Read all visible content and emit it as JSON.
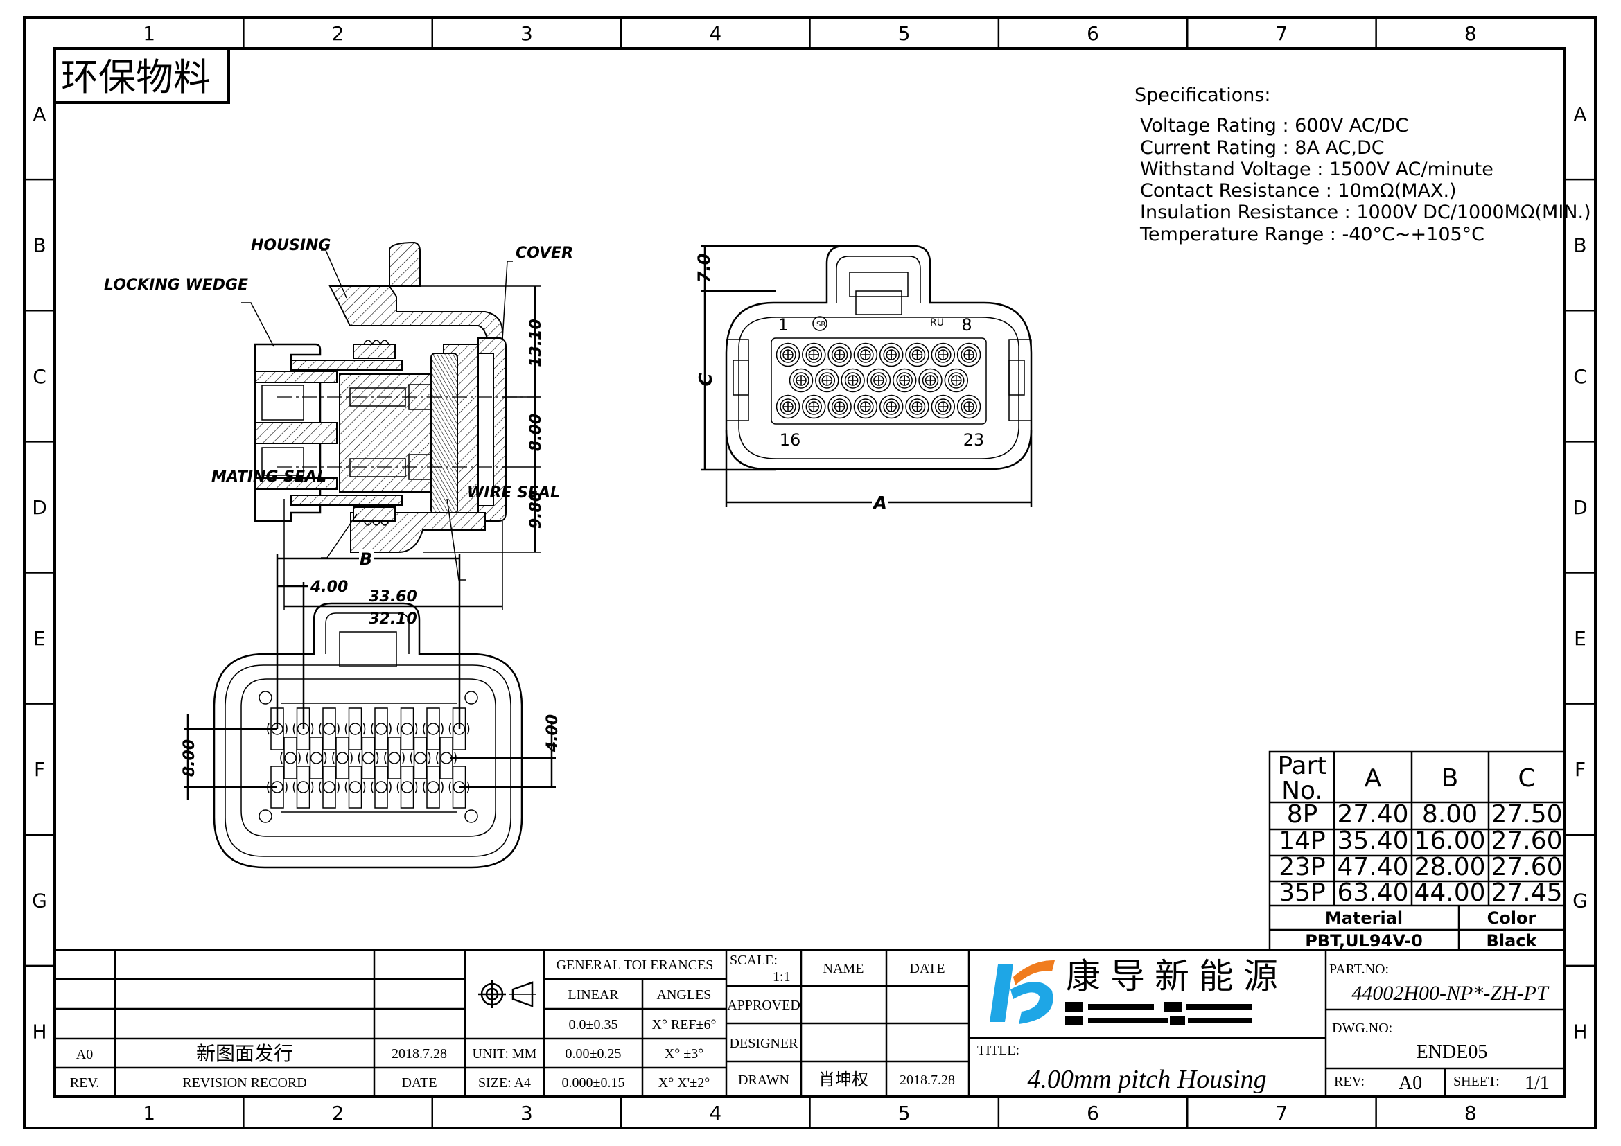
{
  "frame": {
    "columns": [
      "1",
      "2",
      "3",
      "4",
      "5",
      "6",
      "7",
      "8"
    ],
    "rows": [
      "A",
      "B",
      "C",
      "D",
      "E",
      "F",
      "G",
      "H"
    ]
  },
  "stamp": "环保物料",
  "specifications": {
    "heading": "Specifications:",
    "lines": [
      "Voltage Rating : 600V AC/DC",
      "Current Rating : 8A AC,DC",
      "Withstand Voltage : 1500V AC/minute",
      "Contact Resistance : 10mΩ(MAX.)",
      "Insulation Resistance : 1000V DC/1000MΩ(MIN.)",
      "Temperature Range : -40°C~+105°C"
    ]
  },
  "section_view": {
    "labels": {
      "housing": "HOUSING",
      "locking_wedge": "LOCKING WEDGE",
      "cover": "COVER",
      "mating_seal": "MATING SEAL",
      "wire_seal": "WIRE SEAL"
    },
    "dims": {
      "d1": "13.10",
      "d2": "8.00",
      "d3": "9.80",
      "len1": "33.60",
      "len2": "32.10"
    }
  },
  "front_view": {
    "pin_labels": {
      "first": "1",
      "row1_last": "8",
      "row3_first": "16",
      "last": "23"
    },
    "dims": {
      "latch": "7.0",
      "height": "C",
      "width": "A"
    }
  },
  "rear_view": {
    "dims": {
      "span": "B",
      "pitch": "4.00",
      "row_span": "8.00",
      "row_offset": "4.00"
    }
  },
  "parts_table": {
    "headers": [
      "Part No.",
      "A",
      "B",
      "C"
    ],
    "header_part_line1": "Part",
    "header_part_line2": "No.",
    "rows": [
      [
        "8P",
        "27.40",
        "8.00",
        "27.50"
      ],
      [
        "14P",
        "35.40",
        "16.00",
        "27.60"
      ],
      [
        "23P",
        "47.40",
        "28.00",
        "27.60"
      ],
      [
        "35P",
        "63.40",
        "44.00",
        "27.45"
      ]
    ],
    "material_label": "Material",
    "color_label": "Color",
    "material": "PBT,UL94V-0",
    "color": "Black"
  },
  "revision_table": {
    "rev": "A0",
    "record": "新图面发行",
    "date": "2018.7.28",
    "rev_header": "REV.",
    "record_header": "REVISION RECORD",
    "date_header": "DATE",
    "unit": "UNIT: MM",
    "size": "SIZE: A4"
  },
  "tolerances": {
    "heading": "GENERAL TOLERANCES",
    "linear_header": "LINEAR",
    "angles_header": "ANGLES",
    "linear": [
      "0.0±0.35",
      "0.00±0.25",
      "0.000±0.15"
    ],
    "angles": [
      "X° REF±6°",
      "X° ±3°",
      "X° X'±2°"
    ]
  },
  "signoff": {
    "scale_label": "SCALE:",
    "scale": "1:1",
    "name_header": "NAME",
    "date_header": "DATE",
    "approved": "APPROVED",
    "designer": "DESIGNER",
    "drawn": "DRAWN",
    "drawn_name": "肖坤权",
    "drawn_date": "2018.7.28"
  },
  "company": {
    "name": "康导新能源",
    "colors": {
      "blue": "#1ea6e6",
      "orange": "#f07c1e"
    }
  },
  "title_block": {
    "title_label": "TITLE:",
    "title": "4.00mm pitch Housing",
    "part_no_label": "PART.NO:",
    "part_no": "44002H00-NP*-ZH-PT",
    "dwg_no_label": "DWG.NO:",
    "dwg_no": "ENDE05",
    "rev_label": "REV:",
    "rev": "A0",
    "sheet_label": "SHEET:",
    "sheet": "1/1"
  }
}
